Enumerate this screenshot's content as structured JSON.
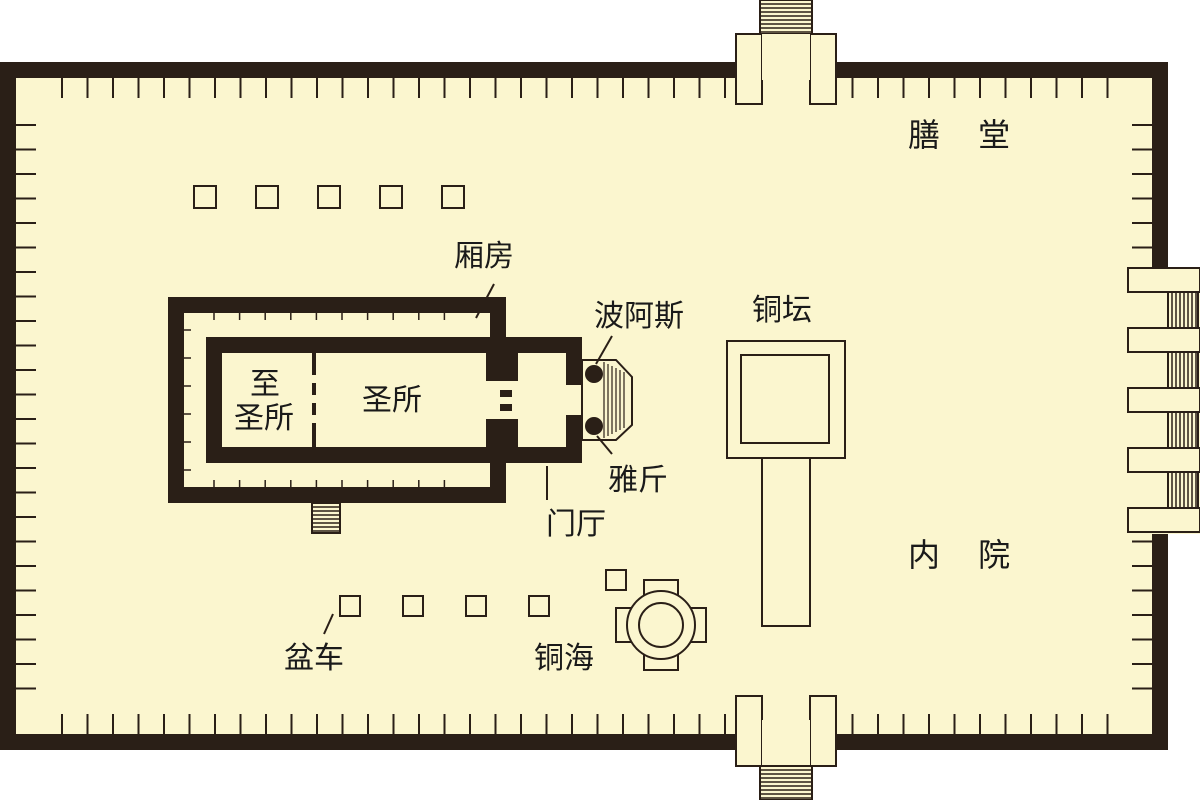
{
  "labels": {
    "dining_hall": "膳 堂",
    "side_rooms": "厢房",
    "boaz": "波阿斯",
    "bronze_altar": "铜坛",
    "holy_of_holies_1": "至",
    "holy_of_holies_2": "圣所",
    "holy_place": "圣所",
    "jachin": "雅斤",
    "porch": "门厅",
    "inner_court": "内 院",
    "basin_carts": "盆车",
    "bronze_sea": "铜海"
  },
  "colors": {
    "wall": "#2a1f17",
    "floor": "#fbf6cf",
    "text": "#1a1a1a"
  }
}
